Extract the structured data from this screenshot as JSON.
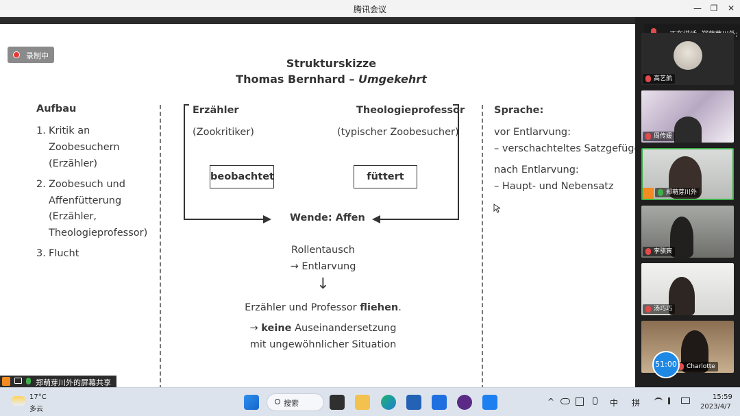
{
  "window": {
    "title": "腾讯会议",
    "minimize": "—",
    "restore": "❐",
    "close": "✕"
  },
  "recording_badge": "录制中",
  "slide": {
    "title_line1": "Strukturskizze",
    "title_line2": "Thomas Bernhard – ",
    "title_line2_italic": "Umgekehrt",
    "aufbau": {
      "heading": "Aufbau",
      "items": [
        {
          "num": "1.",
          "lines": [
            "Kritik an",
            "Zoobesuchern",
            "(Erzähler)"
          ]
        },
        {
          "num": "2.",
          "lines": [
            "Zoobesuch und",
            "Affenfütterung",
            "(Erzähler,",
            "Theologieprofessor)"
          ]
        },
        {
          "num": "3.",
          "lines": [
            "Flucht"
          ]
        }
      ]
    },
    "center": {
      "left_heading": "Erzähler",
      "left_sub": "(Zookritiker)",
      "right_heading": "Theologieprofessor",
      "right_sub": "(typischer Zoobesucher)",
      "left_box": "beobachtet",
      "right_box": "füttert",
      "wende": "Wende: Affen",
      "rollentausch": "Rollentausch",
      "entlarvung": "→  Entlarvung",
      "down_arrow": "↓",
      "fliehen_pre": "Erzähler und Professor ",
      "fliehen_bold": "fliehen",
      "fliehen_post": ".",
      "keine_arrow": "→ ",
      "keine_bold": "keine",
      "keine_rest": " Auseinandersetzung",
      "situation": "mit ungewöhnlicher Situation"
    },
    "sprache": {
      "heading": "Sprache:",
      "vor": "vor Entlarvung:",
      "vor_item": "–  verschachteltes Satzgefüge",
      "nach": "nach Entlarvung:",
      "nach_item": "–  Haupt- und Nebensatz"
    }
  },
  "sidebar": {
    "speaking": "正在讲话: 郑萌芽川外;",
    "participants": [
      {
        "name": "高艺航"
      },
      {
        "name": "周传媛"
      },
      {
        "name": "郑萌芽川外"
      },
      {
        "name": "李骐宾"
      },
      {
        "name": "汤巧巧"
      },
      {
        "name": "Charlotte"
      }
    ],
    "timer": "51:00"
  },
  "share_tag": "郑萌芽川外的屏幕共享",
  "taskbar": {
    "weather_temp": "17°C",
    "weather_desc": "多云",
    "search": "搜索",
    "ime_lang": "中",
    "ime_mode": "拼",
    "time": "15:59",
    "date": "2023/4/7"
  }
}
